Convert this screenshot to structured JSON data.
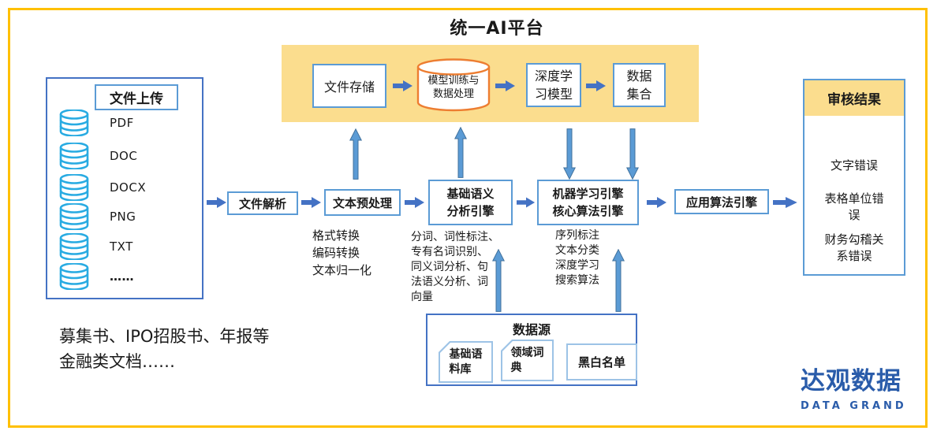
{
  "title": "统一AI平台",
  "platform": {
    "file_storage": "文件存储",
    "model_training": "模型训练与\n数据处理",
    "deep_learning": "深度学\n习模型",
    "data_collection": "数据\n集合"
  },
  "upload": {
    "title": "文件上传",
    "items": [
      "PDF",
      "DOC",
      "DOCX",
      "PNG",
      "TXT",
      "……"
    ]
  },
  "pipeline": {
    "file_parsing": "文件解析",
    "text_preprocess": "文本预处理",
    "semantic_engine": "基础语义\n分析引擎",
    "ml_engine": "机器学习引擎\n核心算法引擎",
    "app_engine": "应用算法引擎"
  },
  "annotations": {
    "preprocess": "格式转换\n编码转换\n文本归一化",
    "semantic": "分词、词性标注、\n专有名词识别、\n同义词分析、句\n法语义分析、词\n向量",
    "ml": "序列标注\n文本分类\n深度学习\n搜索算法"
  },
  "results": {
    "title": "审核结果",
    "items": [
      "文字错误",
      "表格单位错\n误",
      "财务勾稽关\n系错误"
    ]
  },
  "datasource": {
    "title": "数据源",
    "cards": [
      "基础语\n料库",
      "领域词\n典",
      "黑白名单"
    ]
  },
  "caption": "募集书、IPO招股书、年报等\n金融类文档……",
  "logo": {
    "cn": "达观数据",
    "en": "DATA GRAND"
  },
  "colors": {
    "frame_border": "#FFC000",
    "platform_bg": "#FBDD8E",
    "box_border_light": "#5B9BD5",
    "box_border_dark": "#4472C4",
    "arrow_fill": "#4472C4",
    "arrow_vertical_fill": "#5B9BD5",
    "cylinder_orange": "#ED7D31",
    "database_icon_blue": "#29ABE2",
    "logo_blue": "#2A5CAA"
  }
}
